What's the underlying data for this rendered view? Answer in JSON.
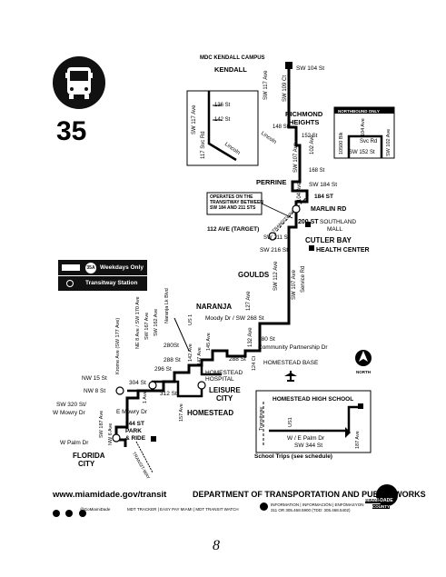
{
  "route": {
    "number": "35"
  },
  "legend": {
    "badge": "35A",
    "weekdays": "Weekdays Only",
    "station": "Transitway Station"
  },
  "places": {
    "mdc_kendall": "MDC KENDALL CAMPUS",
    "kendall": "KENDALL",
    "richmond": "RICHMOND",
    "heights": "HEIGHTS",
    "perrine": "PERRINE",
    "marlin": "MARLIN RD",
    "southland": "SOUTHLAND",
    "mall": "MALL",
    "cutler_bay": "CUTLER BAY",
    "health_center": "HEALTH CENTER",
    "goulds": "GOULDS",
    "naranja": "NARANJA",
    "homestead_base": "HOMESTEAD BASE",
    "homestead_hospital_1": "HOMESTEAD",
    "homestead_hospital_2": "HOSPITAL",
    "leisure_1": "LEISURE",
    "leisure_2": "CITY",
    "homestead": "HOMESTEAD",
    "florida_1": "FLORIDA",
    "florida_2": "CITY",
    "park_ride_1": "344 ST",
    "park_ride_2": "PARK",
    "park_ride_3": "& RIDE",
    "north": "NORTH",
    "target": "112 AVE (TARGET)",
    "hhs": "HOMESTEAD HIGH SCHOOL",
    "northbound_only": "NORTHBOUND ONLY"
  },
  "streets": {
    "sw104": "SW 104 St",
    "sw117": "SW 117 Ave",
    "sw109ct": "SW 109 Ct",
    "s136": "136 St",
    "s142": "142 St",
    "sw117_inset": "SW 117 Ave",
    "svc117": "117 Svc Rd",
    "lincoln": "Lincoln",
    "lincoln2": "Lincoln",
    "s148": "148 St",
    "s152": "152 St",
    "s168": "168 St",
    "sw184": "SW 184 St",
    "s184": "184 ST",
    "s200": "200 ST",
    "sw211": "SW 211 St",
    "sw216": "SW 216 St",
    "sw107": "SW 107 Ave",
    "s104ave": "104 Ave",
    "s102ave": "102 Ave",
    "blk10500": "10500 Blk",
    "inset_104": "104 Ave",
    "inset_svc": "Svc Rd",
    "inset_152": "SW 152 St",
    "inset_102": "SW 102 Ave",
    "sw112": "SW 112 Ave",
    "sw107b": "SW 107 Ave",
    "service_rd": "Service Rd",
    "s127": "127 Ave",
    "moody": "Moody Dr / SW 268 St",
    "s132": "132 Ave",
    "s280": "280 St",
    "community": "Community Partnership Dr",
    "s288": "288 St",
    "s124": "124 Ct",
    "s280b": "280St",
    "s288b": "288 St",
    "s296": "296 St",
    "s147": "147 Ave",
    "s145": "145 Ave",
    "s142b": "142 Ave",
    "naranja_lk": "Naranja Lk Blvd",
    "us1": "US 1",
    "ne8": "NE 8 Ave / SW 170 Ave",
    "sw167": "SW 167 Ave",
    "sw162": "SW 162 Ave",
    "krome": "Krome Ave (SW 177 Ave)",
    "s304": "304 St",
    "nw15": "NW 15 St",
    "nw8": "NW 8 St",
    "e_mowry": "E Mowry Dr",
    "sw320_1": "SW 320 St/",
    "sw320_2": "W Mowry Dr",
    "sw187": "SW 187 Ave",
    "nw6": "NW 6 Ave",
    "w_palm": "W Palm Dr",
    "s312": "312 St",
    "s157": "157 Ave",
    "ave_1": "1 Ave",
    "transitway": "TRANSITWAY",
    "transitway_diag": "TRANSIT-WAY",
    "us1_inset": "US1",
    "w_e_palm": "W / E Palm Dr",
    "sw344": "SW 344 St",
    "s187ave": "187 Ave",
    "school_trips": "School Trips (see schedule)",
    "transitway_inset": "Transitway"
  },
  "note": {
    "line1": "OPERATES ON THE",
    "line2": "TRANSITWAY BETWEEN",
    "line3": "SW 184 AND 211 STS"
  },
  "footer": {
    "url": "www.miamidade.gov/transit",
    "dept": "DEPARTMENT OF TRANSPORTATION AND PUBLIC WORKS",
    "social": "@GoMiamiDade",
    "apps": "MDT TRACKER | EASY PAY MIAMI | MDT TRANSIT WATCH",
    "info_1": "INFORMATION | INFORMACIÓN | ENFÒMASYON",
    "info_2": "311 OR 305.468.5900 (TDD: 305.468.5402)",
    "logo_1": "MIAMI-DADE",
    "logo_2": "COUNTY"
  },
  "handwriting": "8",
  "colors": {
    "route": "#000000",
    "background": "#ffffff",
    "legend_bg": "#111111"
  }
}
